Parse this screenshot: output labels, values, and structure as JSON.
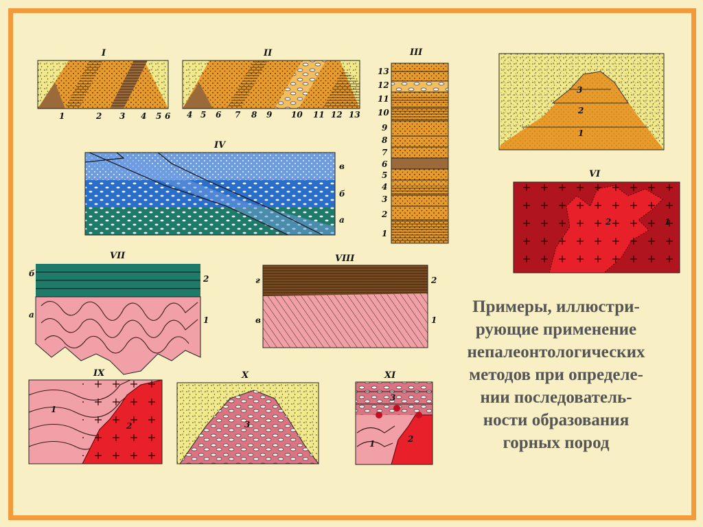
{
  "caption": {
    "lines": [
      "Примеры, иллюстри-",
      "рующие применение",
      "непалеонтологических",
      "методов при определе-",
      "нии последователь-",
      "ности образования",
      "горных пород"
    ]
  },
  "panels": {
    "I": {
      "title": "I",
      "labels": [
        "1",
        "2",
        "3",
        "4",
        "5",
        "6"
      ]
    },
    "II": {
      "title": "II",
      "labels": [
        "4",
        "5",
        "6",
        "7",
        "8",
        "9",
        "10",
        "11",
        "12",
        "13"
      ]
    },
    "III": {
      "title": "III",
      "labels": [
        "13",
        "12",
        "11",
        "10",
        "9",
        "8",
        "7",
        "6",
        "5",
        "4",
        "3",
        "2",
        "1"
      ]
    },
    "IV": {
      "title": "IV",
      "labels": [
        "в",
        "б",
        "а"
      ]
    },
    "V": {
      "title": "V",
      "labels": [
        "3",
        "2",
        "1"
      ]
    },
    "VI": {
      "title": "VI",
      "labels": [
        "2",
        "1"
      ]
    },
    "VII": {
      "title": "VII",
      "labels": [
        "б",
        "а",
        "2",
        "1"
      ]
    },
    "VIII": {
      "title": "VIII",
      "labels": [
        "г",
        "в",
        "2",
        "1"
      ]
    },
    "IX": {
      "title": "IX",
      "labels": [
        "1",
        "2"
      ]
    },
    "X": {
      "title": "X",
      "labels": [
        "3"
      ]
    },
    "XI": {
      "title": "XI",
      "labels": [
        "3",
        "1",
        "2"
      ]
    }
  },
  "colors": {
    "background": "#f8f0c4",
    "frame": "#f39a3c",
    "sand": "#f2ea8a",
    "orange_layer": "#e89a2a",
    "brown_layer": "#9a6a3a",
    "blue_light": "#6d9ce0",
    "blue_mid": "#2a6ec8",
    "teal": "#1f7a6a",
    "granite_dark": "#b0141e",
    "granite_bright": "#e8202a",
    "pink_rock": "#f2a0a8",
    "caption_text": "#555555"
  }
}
